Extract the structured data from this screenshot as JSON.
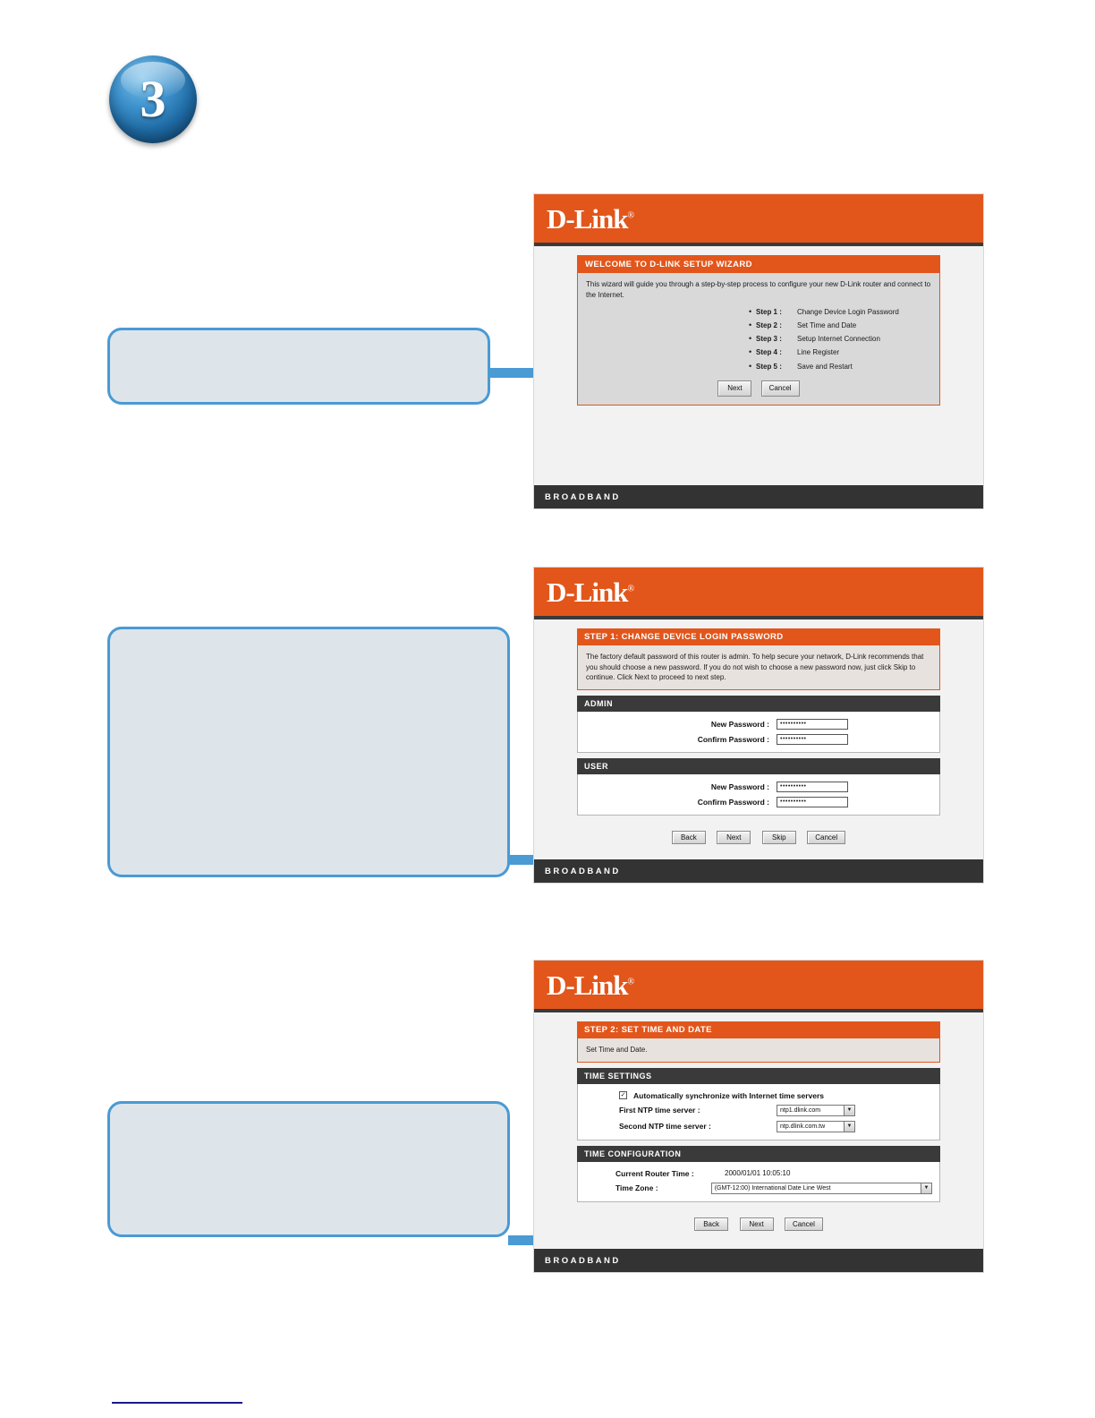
{
  "guide": {
    "step_number": "3",
    "bottom_rule": true
  },
  "callouts": [
    {
      "id": "callout-1",
      "text": ""
    },
    {
      "id": "callout-2",
      "text": ""
    },
    {
      "id": "callout-3",
      "text": ""
    }
  ],
  "panels": [
    {
      "logo": "D-Link",
      "logo_mark": "®",
      "section_title": "WELCOME TO D-LINK SETUP WIZARD",
      "intro": "This wizard will guide you through a step-by-step process to configure your new D-Link router and connect to the Internet.",
      "steps": [
        {
          "label": "Step 1 :",
          "desc": "Change Device Login Password"
        },
        {
          "label": "Step 2 :",
          "desc": "Set Time and Date"
        },
        {
          "label": "Step 3 :",
          "desc": "Setup Internet Connection"
        },
        {
          "label": "Step 4 :",
          "desc": "Line Register"
        },
        {
          "label": "Step 5 :",
          "desc": "Save and Restart"
        }
      ],
      "buttons": [
        "Next",
        "Cancel"
      ],
      "footer": "BROADBAND"
    },
    {
      "logo": "D-Link",
      "logo_mark": "®",
      "section_title": "STEP 1: CHANGE DEVICE LOGIN PASSWORD",
      "intro": "The factory default password of this router is admin. To help secure your network, D-Link recommends that you should choose a new password. If you do not wish to choose a new password now, just click Skip to continue. Click Next to proceed to next step.",
      "admin": {
        "header": "ADMIN",
        "new_password_label": "New Password :",
        "new_password_value": "••••••••••",
        "confirm_password_label": "Confirm Password :",
        "confirm_password_value": "••••••••••"
      },
      "user": {
        "header": "USER",
        "new_password_label": "New Password :",
        "new_password_value": "••••••••••",
        "confirm_password_label": "Confirm Password :",
        "confirm_password_value": "••••••••••"
      },
      "buttons": [
        "Back",
        "Next",
        "Skip",
        "Cancel"
      ],
      "footer": "BROADBAND"
    },
    {
      "logo": "D-Link",
      "logo_mark": "®",
      "section_title": "STEP 2: SET TIME AND DATE",
      "intro": "Set Time and Date.",
      "time_settings": {
        "header": "TIME SETTINGS",
        "auto_sync_label": "Automatically synchronize with Internet time servers",
        "auto_sync_checked": true,
        "checkmark": "✓",
        "first_ntp_label": "First NTP time server :",
        "first_ntp_value": "ntp1.dlink.com",
        "second_ntp_label": "Second NTP time server :",
        "second_ntp_value": "ntp.dlink.com.tw"
      },
      "time_configuration": {
        "header": "TIME CONFIGURATION",
        "current_time_label": "Current Router Time :",
        "current_time_value": "2000/01/01 10:05:10",
        "timezone_label": "Time Zone :",
        "timezone_value": "(GMT-12:00) International Date Line West"
      },
      "buttons": [
        "Back",
        "Next",
        "Cancel"
      ],
      "footer": "BROADBAND"
    }
  ],
  "colors": {
    "dlink_orange": "#e2561b",
    "dark_bar": "#3a3a3a",
    "callout_border": "#4a9ad4",
    "callout_fill": "#dde5eb",
    "arrow": "#4a9ad4"
  }
}
